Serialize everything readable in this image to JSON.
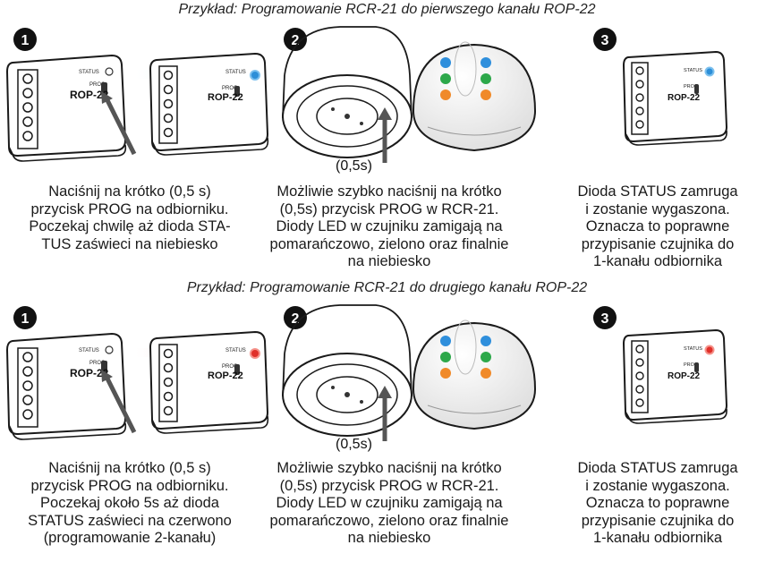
{
  "sections": [
    {
      "title": "Przykład: Programowanie RCR-21 do pierwszego kanału ROP-22",
      "led_color": "#2d8fd8",
      "led_glow": "#7cc0ee",
      "steps": [
        {
          "number": "1",
          "text": "Naciśnij na krótko (0,5 s)\nprzycisk PROG na odbiorniku.\nPoczekaj chwilę aż dioda STA-\nTUS zaświeci na niebiesko"
        },
        {
          "number": "2",
          "text": "Możliwie szybko naciśnij na krótko\n(0,5s) przycisk PROG w RCR-21.\nDiody LED w czujniku zamigają na\npomarańczowo, zielono oraz finalnie\nna niebiesko"
        },
        {
          "number": "3",
          "text": "Dioda STATUS zamruga\ni zostanie wygaszona.\nOznacza to poprawne\nprzypisanie czujnika do\n1-kanału odbiornika"
        }
      ]
    },
    {
      "title": "Przykład: Programowanie RCR-21 do drugiego kanału ROP-22",
      "led_color": "#e0302a",
      "led_glow": "#f5928a",
      "steps": [
        {
          "number": "1",
          "text": "Naciśnij na krótko (0,5 s)\nprzycisk PROG na odbiorniku.\nPoczekaj około 5s aż dioda\nSTATUS zaświeci na czerwono\n(programowanie 2-kanału)"
        },
        {
          "number": "2",
          "text": "Możliwie szybko naciśnij na krótko\n(0,5s) przycisk PROG w RCR-21.\nDiody LED w czujniku zamigają na\npomarańczowo, zielono oraz finalnie\nna niebiesko"
        },
        {
          "number": "3",
          "text": "Dioda STATUS zamruga\ni zostanie wygaszona.\nOznacza to poprawne\nprzypisanie czujnika do\n1-kanału odbiornika"
        }
      ]
    }
  ],
  "labels": {
    "status": "STATUS",
    "prog": "PROG",
    "model": "ROP-22",
    "press_time": "(0,5s)"
  },
  "sensor_leds": [
    "#2f8fdc",
    "#2da84a",
    "#f08a2a"
  ]
}
